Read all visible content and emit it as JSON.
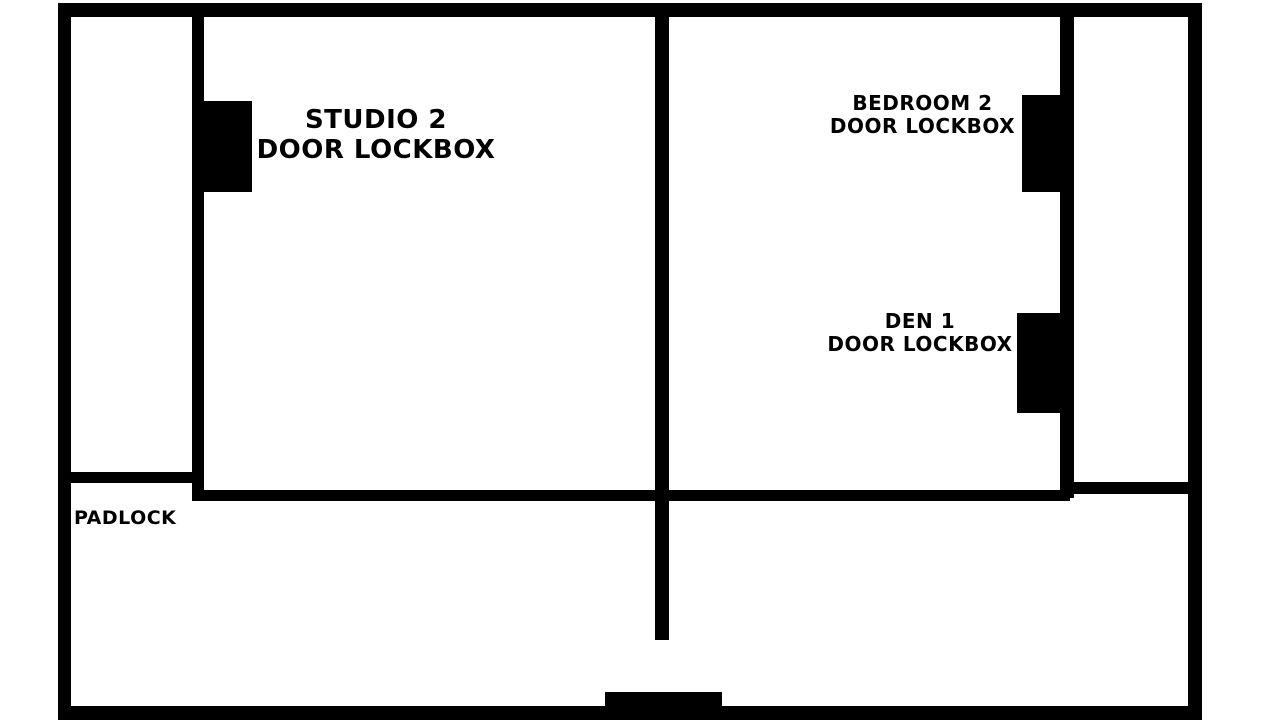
{
  "diagram": {
    "line_color": "#000000",
    "background_color": "#ffffff",
    "labels": {
      "studio": {
        "line1": "STUDIO 2",
        "line2": "DOOR LOCKBOX"
      },
      "bedroom": {
        "line1": "Bedroom 2",
        "line2": "DOOR LOCKBOX"
      },
      "den": {
        "line1": "Den 1",
        "line2": "DOOR LOCKBOX"
      },
      "padlock": "PADLOCK"
    }
  }
}
